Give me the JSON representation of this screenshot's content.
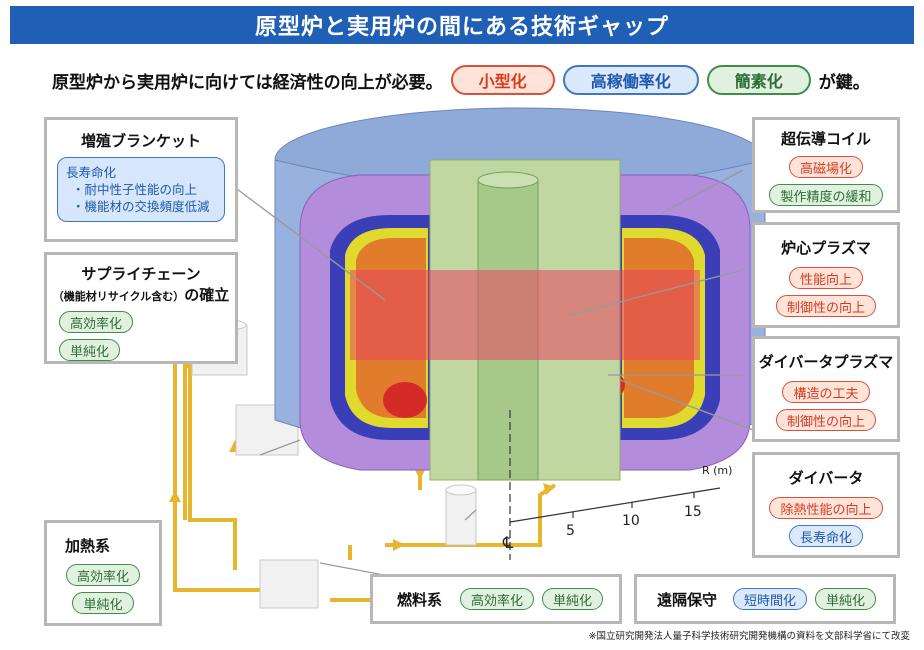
{
  "title": "原型炉と実用炉の間にある技術ギャップ",
  "lead": {
    "prefix": "原型炉から実用炉に向けては経済性の向上が必要。",
    "keys": [
      "小型化",
      "高稼働率化",
      "簡素化"
    ],
    "suffix": "が鍵。"
  },
  "blanket": {
    "title": "増殖ブランケット",
    "note": [
      "長寿命化",
      "・耐中性子性能の向上",
      "・機能材の交換頻度低減"
    ]
  },
  "supply": {
    "title_line1": "サプライチェーン",
    "title_line2_small": "（機能材リサイクル含む）",
    "title_line2_tail": "の確立",
    "tags": [
      "高効率化",
      "単純化"
    ]
  },
  "heating": {
    "title": "加熱系",
    "tags": [
      "高効率化",
      "単純化"
    ]
  },
  "fuel": {
    "title": "燃料系",
    "tags": [
      "高効率化",
      "単純化"
    ]
  },
  "remote": {
    "title": "遠隔保守",
    "tags": [
      "短時間化",
      "単純化"
    ]
  },
  "magnet": {
    "title": "超伝導コイル",
    "tags": [
      "高磁場化",
      "製作精度の緩和"
    ]
  },
  "core_plasma": {
    "title": "炉心プラズマ",
    "tags": [
      "性能向上",
      "制御性の向上"
    ]
  },
  "divertor_plasma": {
    "title": "ダイバータプラズマ",
    "tags": [
      "構造の工夫",
      "制御性の向上"
    ]
  },
  "divertor": {
    "title": "ダイバータ",
    "tags": [
      "除熱性能の向上",
      "長寿命化"
    ]
  },
  "scale": {
    "label": "R (m)",
    "ticks": [
      "5",
      "10",
      "15"
    ],
    "centerline": "℄"
  },
  "footer": "※国立研究開発法人量子科学技術研究開発機構の資料を文部科学省にて改変",
  "colors": {
    "banner": "#1f5fb5",
    "red_tag": "#d63b1f",
    "blue_tag": "#1f57ad",
    "green_tag": "#2b6d35",
    "pipe": "#e8b52e"
  }
}
